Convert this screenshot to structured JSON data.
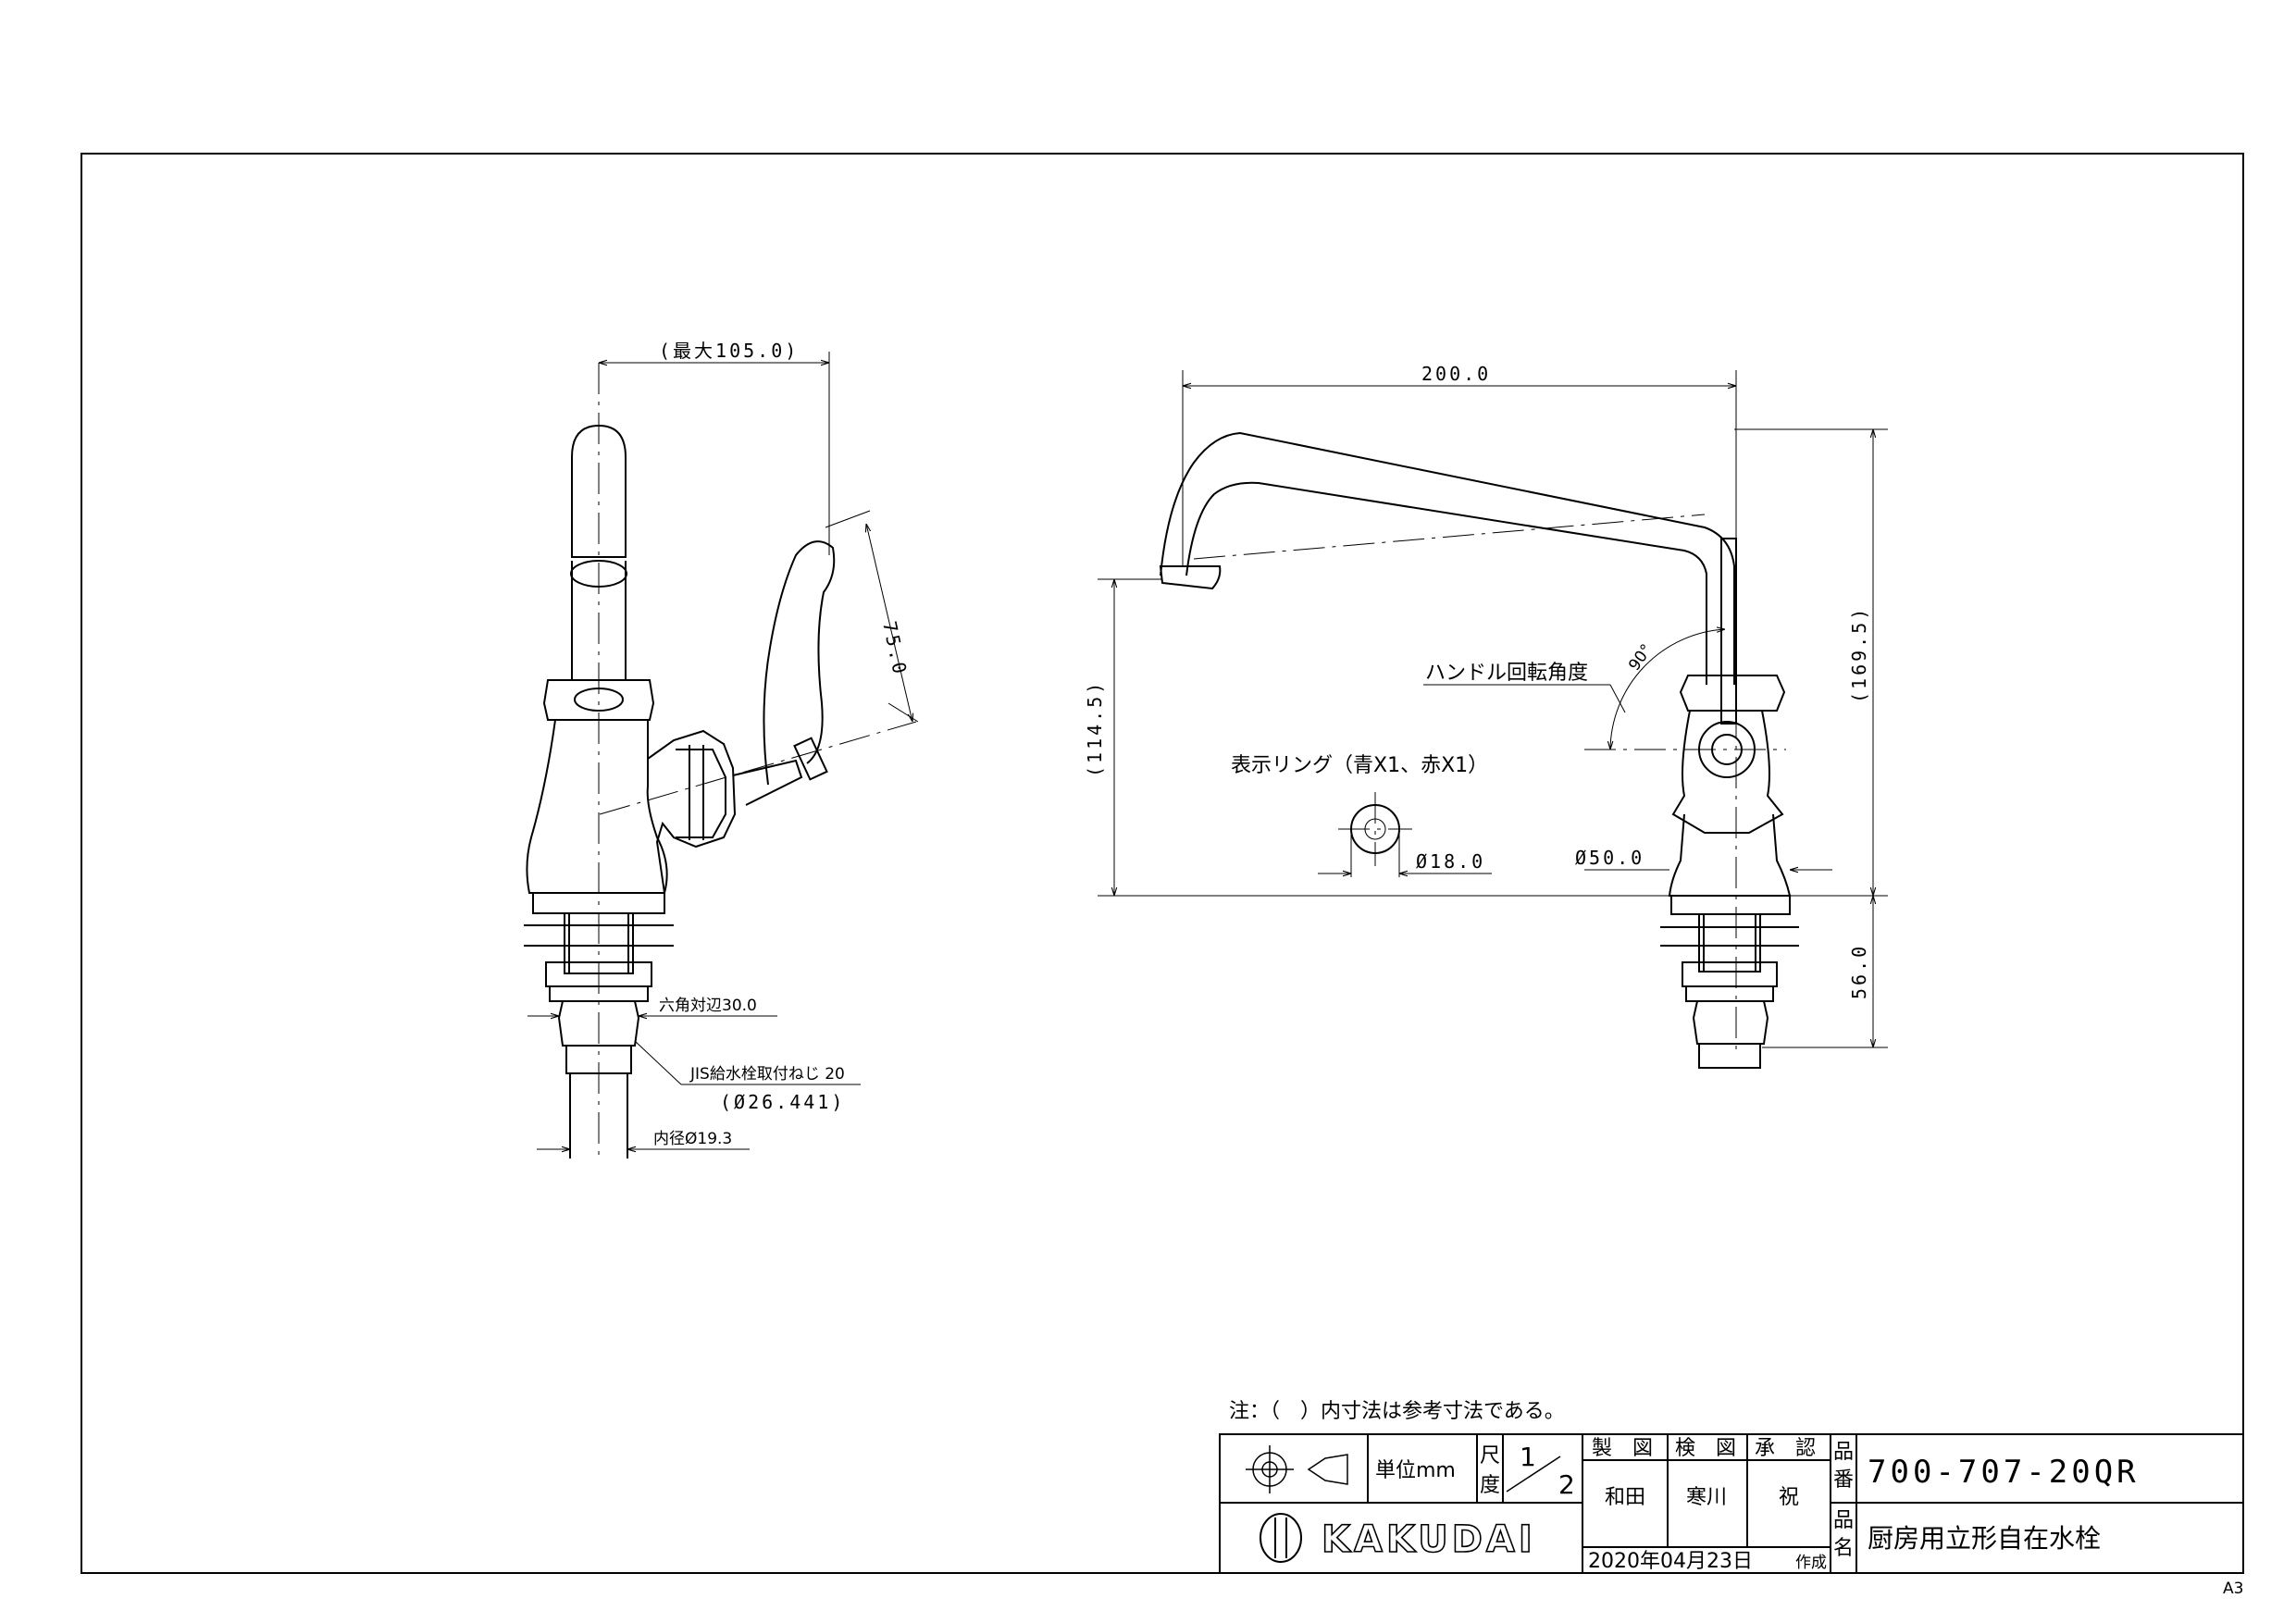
{
  "side_view": {
    "dim_max_reach": "(最大105.0)",
    "dim_handle_len": "75.0",
    "hex_label": "六角対辺30.0",
    "thread_label": "JIS給水栓取付ねじ 20",
    "thread_dia": "(Ø26.441)",
    "inner_dia": "内径Ø19.3"
  },
  "front_view": {
    "dim_spout_len": "200.0",
    "dim_spout_height": "(114.5)",
    "dim_total_height": "(169.5)",
    "dim_shank": "56.0",
    "handle_angle_label": "ハンドル回転角度",
    "angle_value": "90°",
    "ring_label": "表示リング（青X1、赤X1）",
    "ring_dia": "Ø18.0",
    "base_dia": "Ø50.0"
  },
  "note": "注：（　）内寸法は参考寸法である。",
  "title_block": {
    "unit_label": "単位mm",
    "scale_label_1": "尺",
    "scale_label_2": "度",
    "scale_num": "1",
    "scale_den": "2",
    "made_by_label": "製　図",
    "checked_label": "検　図",
    "approved_label": "承　認",
    "made_by": "和田",
    "checked_by": "寒川",
    "approved_by": "祝",
    "part_no_label_1": "品",
    "part_no_label_2": "番",
    "part_name_label_1": "品",
    "part_name_label_2": "名",
    "part_no": "700-707-20QR",
    "part_name": "厨房用立形自在水栓",
    "logo_text": "KAKUDAI",
    "date": "2020年04月23日",
    "created": "作成",
    "sheet_size": "A3"
  }
}
